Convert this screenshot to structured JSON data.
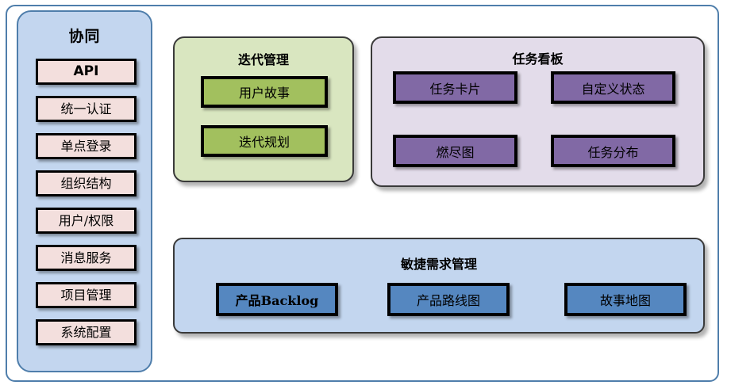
{
  "diagram": {
    "background_color": "#ffffff",
    "frame_border_color": "#4f7eab"
  },
  "sidebar": {
    "title": "协同",
    "background_color": "#c3d6ef",
    "item_color": "#f3dfdd",
    "items": [
      {
        "label": "API"
      },
      {
        "label": "统一认证"
      },
      {
        "label": "单点登录"
      },
      {
        "label": "组织结构"
      },
      {
        "label": "用户/权限"
      },
      {
        "label": "消息服务"
      },
      {
        "label": "项目管理"
      },
      {
        "label": "系统配置"
      }
    ]
  },
  "iteration": {
    "title": "迭代管理",
    "background_color": "#d9e6c0",
    "item_color": "#a2c05e",
    "items": [
      {
        "label": "用户故事"
      },
      {
        "label": "迭代规划"
      }
    ]
  },
  "taskboard": {
    "title": "任务看板",
    "background_color": "#e3dcea",
    "item_color": "#8169a5",
    "items": [
      {
        "label": "任务卡片"
      },
      {
        "label": "自定义状态"
      },
      {
        "label": "燃尽图"
      },
      {
        "label": "任务分布"
      }
    ]
  },
  "agile": {
    "title": "敏捷需求管理",
    "background_color": "#c3d6ef",
    "item_color": "#5587c0",
    "items": [
      {
        "label": "产品Backlog"
      },
      {
        "label": "产品路线图"
      },
      {
        "label": "故事地图"
      }
    ]
  }
}
